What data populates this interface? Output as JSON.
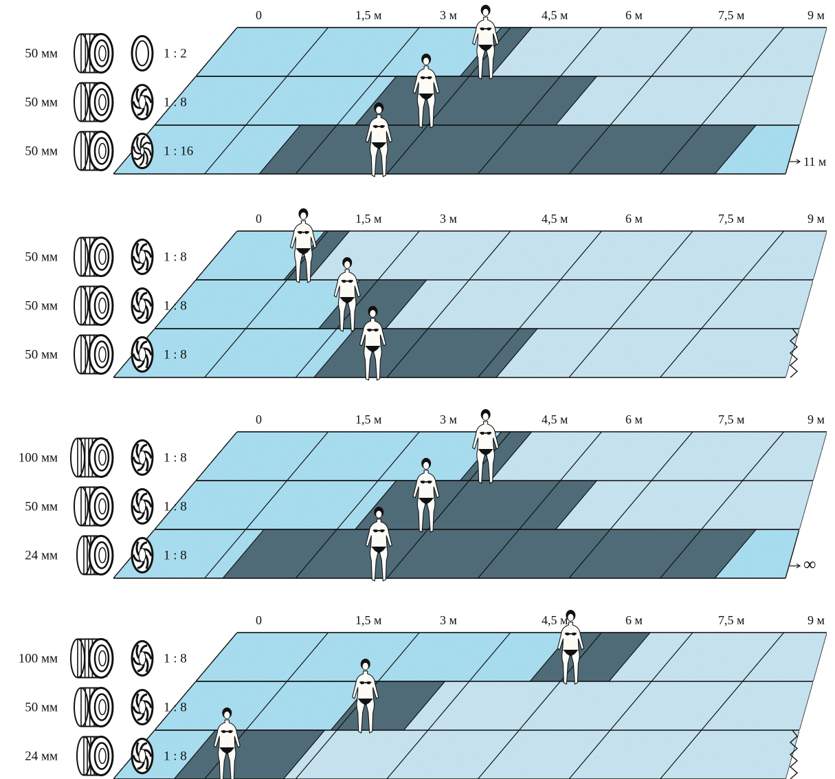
{
  "colors": {
    "light_blue": "#a6dbee",
    "sharp_dark": "#4f6b78",
    "blurred_speckle": "#c9e3ee",
    "line": "#111111",
    "figure": "#fdfbf6"
  },
  "distance_labels": [
    "0",
    "1,5 м",
    "3 м",
    "4,5 м",
    "6 м",
    "7,5 м",
    "9 м"
  ],
  "panels": [
    {
      "id": "aperture",
      "rows": [
        {
          "focal": "50 мм",
          "aperture": "1 : 2",
          "subject_m": 4.6,
          "dof_m": [
            4.35,
            4.85
          ],
          "blades": "open"
        },
        {
          "focal": "50 мм",
          "aperture": "1 : 8",
          "subject_m": 4.3,
          "dof_m": [
            3.3,
            6.6
          ],
          "blades": "mid"
        },
        {
          "focal": "50 мм",
          "aperture": "1 : 16",
          "subject_m": 4.2,
          "dof_m": [
            2.4,
            11
          ],
          "blades": "closed"
        }
      ],
      "end_note": "11 м",
      "end_style": "arrow"
    },
    {
      "id": "distance",
      "rows": [
        {
          "focal": "50 мм",
          "aperture": "1 : 8",
          "subject_m": 1.6,
          "dof_m": [
            1.45,
            1.85
          ],
          "blades": "mid"
        },
        {
          "focal": "50 мм",
          "aperture": "1 : 8",
          "subject_m": 3.0,
          "dof_m": [
            2.7,
            3.8
          ],
          "blades": "mid"
        },
        {
          "focal": "50 мм",
          "aperture": "1 : 8",
          "subject_m": 4.1,
          "dof_m": [
            3.3,
            6.3
          ],
          "blades": "mid"
        }
      ],
      "end_note": "",
      "end_style": "jagged"
    },
    {
      "id": "focal",
      "rows": [
        {
          "focal": "100 мм",
          "aperture": "1 : 8",
          "subject_m": 4.6,
          "dof_m": [
            4.35,
            4.85
          ],
          "blades": "mid"
        },
        {
          "focal": "50 мм",
          "aperture": "1 : 8",
          "subject_m": 4.3,
          "dof_m": [
            3.3,
            6.6
          ],
          "blades": "mid"
        },
        {
          "focal": "24 мм",
          "aperture": "1 : 8",
          "subject_m": 4.2,
          "dof_m": [
            1.8,
            11
          ],
          "blades": "mid"
        }
      ],
      "end_note": "∞",
      "end_style": "arrow"
    },
    {
      "id": "framing",
      "rows": [
        {
          "focal": "100 мм",
          "aperture": "1 : 8",
          "subject_m": 6.0,
          "dof_m": [
            5.5,
            6.8
          ],
          "blades": "mid"
        },
        {
          "focal": "50 мм",
          "aperture": "1 : 8",
          "subject_m": 3.3,
          "dof_m": [
            2.9,
            4.1
          ],
          "blades": "mid"
        },
        {
          "focal": "24 мм",
          "aperture": "1 : 8",
          "subject_m": 1.7,
          "dof_m": [
            1.0,
            2.8
          ],
          "blades": "mid"
        }
      ],
      "end_note": "",
      "end_style": "jagged"
    }
  ]
}
